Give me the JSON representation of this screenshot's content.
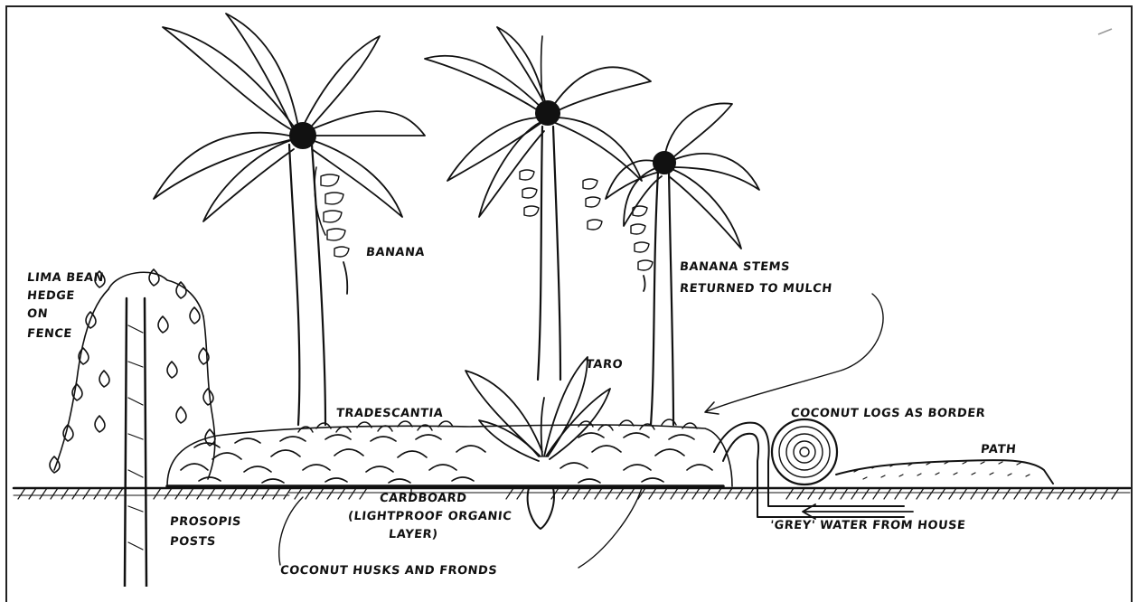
{
  "labels": {
    "lima_bean_line1": "LIMA BEAN",
    "lima_bean_line2": "HEDGE",
    "lima_bean_line3": "ON",
    "lima_bean_line4": "FENCE",
    "banana": "BANANA",
    "banana_stems_line1": "BANANA STEMS",
    "banana_stems_line2": "RETURNED TO MULCH",
    "taro": "TARO",
    "tradescantia": "TRADESCANTIA",
    "coconut_logs": "COCONUT LOGS AS BORDER",
    "path": "PATH",
    "cardboard_line1": "CARDBOARD",
    "cardboard_line2": "(LIGHTPROOF ORGANIC",
    "cardboard_line3": "LAYER)",
    "prosopis_line1": "PROSOPIS",
    "prosopis_line2": "POSTS",
    "grey_water": "'GREY' WATER FROM HOUSE",
    "coconut_husks": "COCONUT HUSKS AND FRONDS"
  }
}
